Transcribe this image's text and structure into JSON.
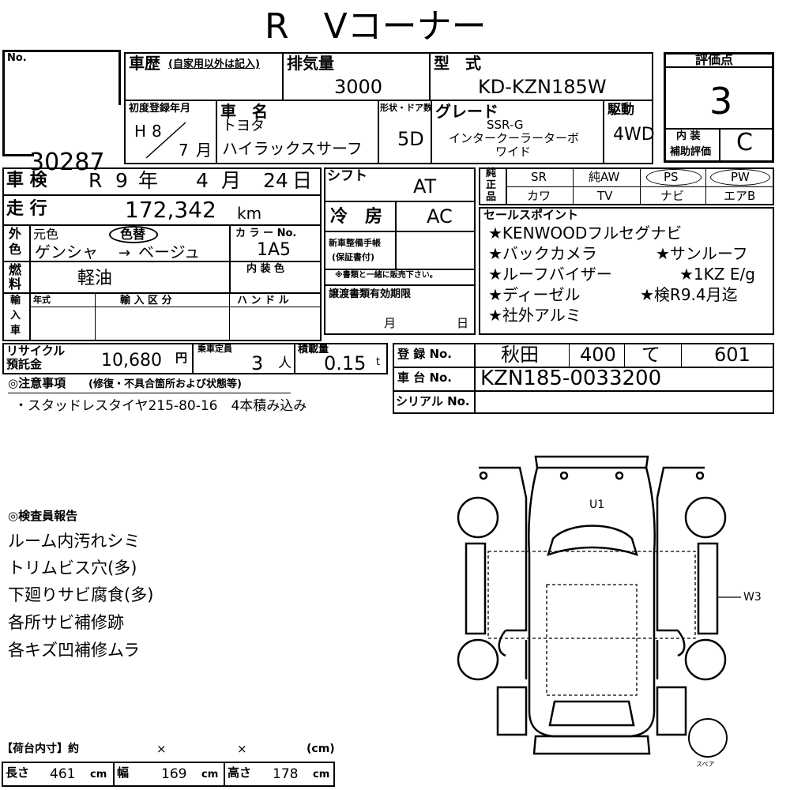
{
  "title": "R　Vコーナー",
  "no": {
    "label": "No.",
    "value": "30287"
  },
  "shareki": {
    "label": "車歴",
    "note": "(自家用以外は記入)"
  },
  "haiki": {
    "label": "排気量",
    "value": "3000"
  },
  "katashiki": {
    "label": "型　式",
    "value": "KD-KZN185W"
  },
  "hyoka": {
    "label": "評価点",
    "value": "3",
    "interior_label_1": "内 装",
    "interior_label_2": "補助評価",
    "interior_value": "C"
  },
  "shonendo": {
    "label": "初度登録年月",
    "era": "H",
    "year": "8",
    "month": "7",
    "month_unit": "月"
  },
  "shamei": {
    "label": "車　名",
    "maker": "トヨタ",
    "name": "ハイラックスサーフ"
  },
  "door": {
    "label": "形状・ドア数",
    "value": "5D"
  },
  "grade": {
    "label": "グレード",
    "line1": "SSR-G",
    "line2": "インタークーラーターボ",
    "line3": "ワイド"
  },
  "kudo": {
    "label": "駆動",
    "value": "4WD"
  },
  "shaken": {
    "label": "車 検",
    "era": "R",
    "year": "9",
    "year_unit": "年",
    "month": "4",
    "month_unit": "月",
    "day": "24",
    "day_unit": "日"
  },
  "soko": {
    "label": "走 行",
    "value": "172,342",
    "unit": "km"
  },
  "shift": {
    "label": "シフト",
    "value": "AT"
  },
  "reibo": {
    "label": "冷　房",
    "value": "AC"
  },
  "junsei": {
    "label_chars": [
      "純",
      "正",
      "品"
    ],
    "row1": [
      "SR",
      "純AW",
      "PS",
      "PW"
    ],
    "row2": [
      "カワ",
      "TV",
      "ナビ",
      "エアB"
    ],
    "circled": [
      "PS",
      "PW"
    ]
  },
  "gaishoku": {
    "label_chars": [
      "外",
      "色"
    ],
    "moto_label": "元色",
    "iro_gae": "色替",
    "value_from": "ゲンシャ",
    "arrow": "→",
    "value_to": "ベージュ"
  },
  "color_no": {
    "label": "カ ラ ー No.",
    "value": "1A5"
  },
  "nenryo": {
    "label_chars": [
      "燃",
      "料"
    ],
    "value": "軽油"
  },
  "naisoshoku": {
    "label": "内 装 色",
    "value": ""
  },
  "shinsha": {
    "label_line1": "新車整備手帳",
    "label_line2": "(保証書付)",
    "note": "※書類と一緒に販売下さい。"
  },
  "yunyu": {
    "label_chars": [
      "輸",
      "入",
      "車"
    ],
    "nenshiki": "年式",
    "kubun": "輸 入 区 分",
    "handle": "ハ ン ド ル"
  },
  "joto": {
    "label": "譲渡書類有効期限",
    "month": "月",
    "day": "日"
  },
  "sales": {
    "label": "セールスポイント",
    "lines": [
      [
        "★KENWOODフルセグナビ",
        ""
      ],
      [
        "★バックカメラ",
        "★サンルーフ"
      ],
      [
        "★ルーフバイザー",
        "★1KZ E/g"
      ],
      [
        "★ディーゼル",
        "★検R9.4月迄"
      ],
      [
        "★社外アルミ",
        ""
      ]
    ]
  },
  "recycle": {
    "label1": "リサイクル",
    "label2": "預託金",
    "value": "10,680",
    "unit": "円"
  },
  "teiin": {
    "label": "乗車定員",
    "value": "3",
    "unit": "人"
  },
  "sekisai": {
    "label": "積載量",
    "value": "0.15",
    "unit": "t"
  },
  "toroku": {
    "label": "登 録 No.",
    "place": "秋田",
    "class": "400",
    "kana": "て",
    "number": "601"
  },
  "shadai": {
    "label": "車 台 No.",
    "value": "KZN185-0033200"
  },
  "serial": {
    "label": "シリアル No.",
    "value": ""
  },
  "chui": {
    "label": "◎注意事項",
    "note": "(修復・不具合箇所および状態等)",
    "item": "・スタッドレスタイヤ215-80-16　4本積み込み"
  },
  "kensa": {
    "label": "◎検査員報告",
    "items": [
      "ルーム内汚れシミ",
      "トリムビス穴(多)",
      "下廻りサビ腐食(多)",
      "各所サビ補修跡",
      "各キズ凹補修ムラ"
    ]
  },
  "diagram": {
    "marks": [
      "U1",
      "W3"
    ],
    "spare_label": "スペア"
  },
  "nidai": {
    "label": "【荷台内寸】約",
    "x1": "×",
    "x2": "×",
    "unit_label": "(cm)",
    "length": {
      "label": "長さ",
      "value": "461",
      "unit": "cm"
    },
    "width": {
      "label": "幅",
      "value": "169",
      "unit": "cm"
    },
    "height": {
      "label": "高さ",
      "value": "178",
      "unit": "cm"
    }
  }
}
